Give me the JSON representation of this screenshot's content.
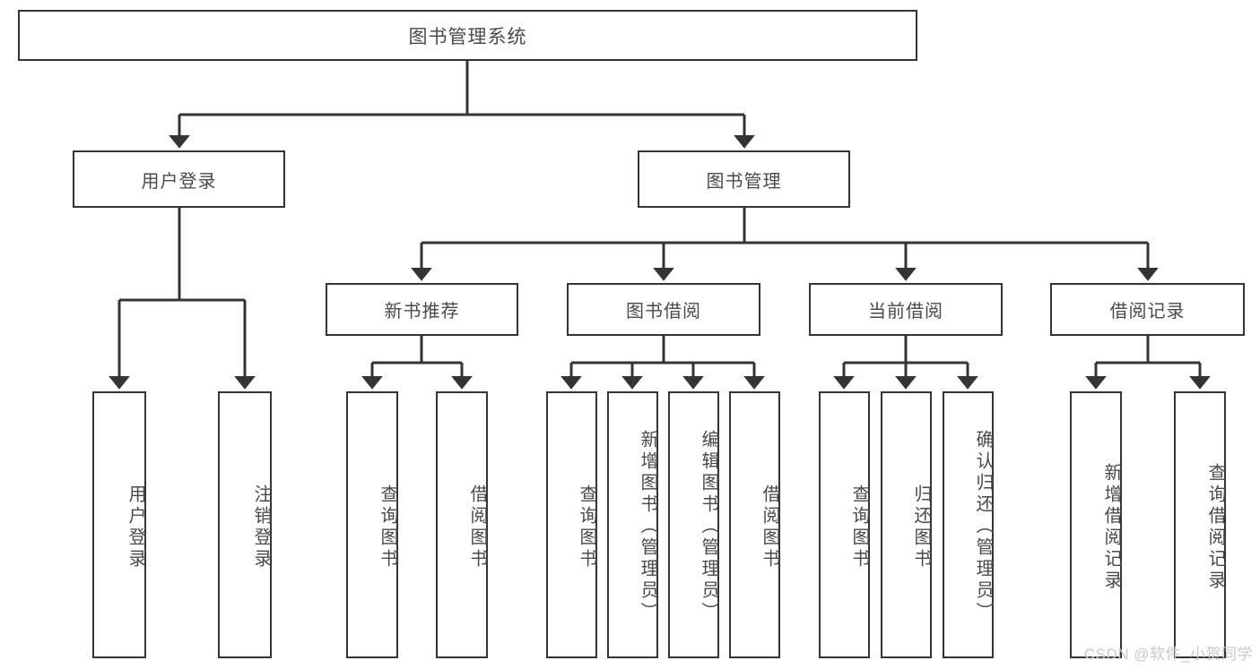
{
  "diagram": {
    "type": "tree-hierarchy-chart",
    "title": "图书管理系统",
    "stroke_color": "#343434",
    "text_color": "#4a4a4a",
    "background": "#ffffff",
    "watermark": "CSDN @软件_小贺同学"
  },
  "root": {
    "label": "图书管理系统"
  },
  "level2": [
    {
      "id": "user-login",
      "label": "用户登录"
    },
    {
      "id": "book-manage",
      "label": "图书管理"
    }
  ],
  "level3": [
    {
      "id": "new-book-rec",
      "label": "新书推荐"
    },
    {
      "id": "book-borrow",
      "label": "图书借阅"
    },
    {
      "id": "current-borrow",
      "label": "当前借阅"
    },
    {
      "id": "borrow-record",
      "label": "借阅记录"
    }
  ],
  "leaves": {
    "user_login": [
      {
        "id": "leaf-user-login",
        "label": "用户登录"
      },
      {
        "id": "leaf-logout-login",
        "label": "注销登录"
      }
    ],
    "new_book_rec": [
      {
        "id": "leaf-query-book-1",
        "label": "查询图书"
      },
      {
        "id": "leaf-borrow-book-1",
        "label": "借阅图书"
      }
    ],
    "book_borrow": [
      {
        "id": "leaf-query-book-2",
        "label": "查询图书"
      },
      {
        "id": "leaf-add-book",
        "label": "新增图书（管理员）"
      },
      {
        "id": "leaf-edit-book",
        "label": "编辑图书（管理员）"
      },
      {
        "id": "leaf-borrow-book-2",
        "label": "借阅图书"
      }
    ],
    "current_borrow": [
      {
        "id": "leaf-query-book-3",
        "label": "查询图书"
      },
      {
        "id": "leaf-return-book",
        "label": "归还图书"
      },
      {
        "id": "leaf-confirm-return",
        "label": "确认归还（管理员）"
      }
    ],
    "borrow_record": [
      {
        "id": "leaf-add-record",
        "label": "新增借阅记录"
      },
      {
        "id": "leaf-query-record",
        "label": "查询借阅记录"
      }
    ]
  }
}
